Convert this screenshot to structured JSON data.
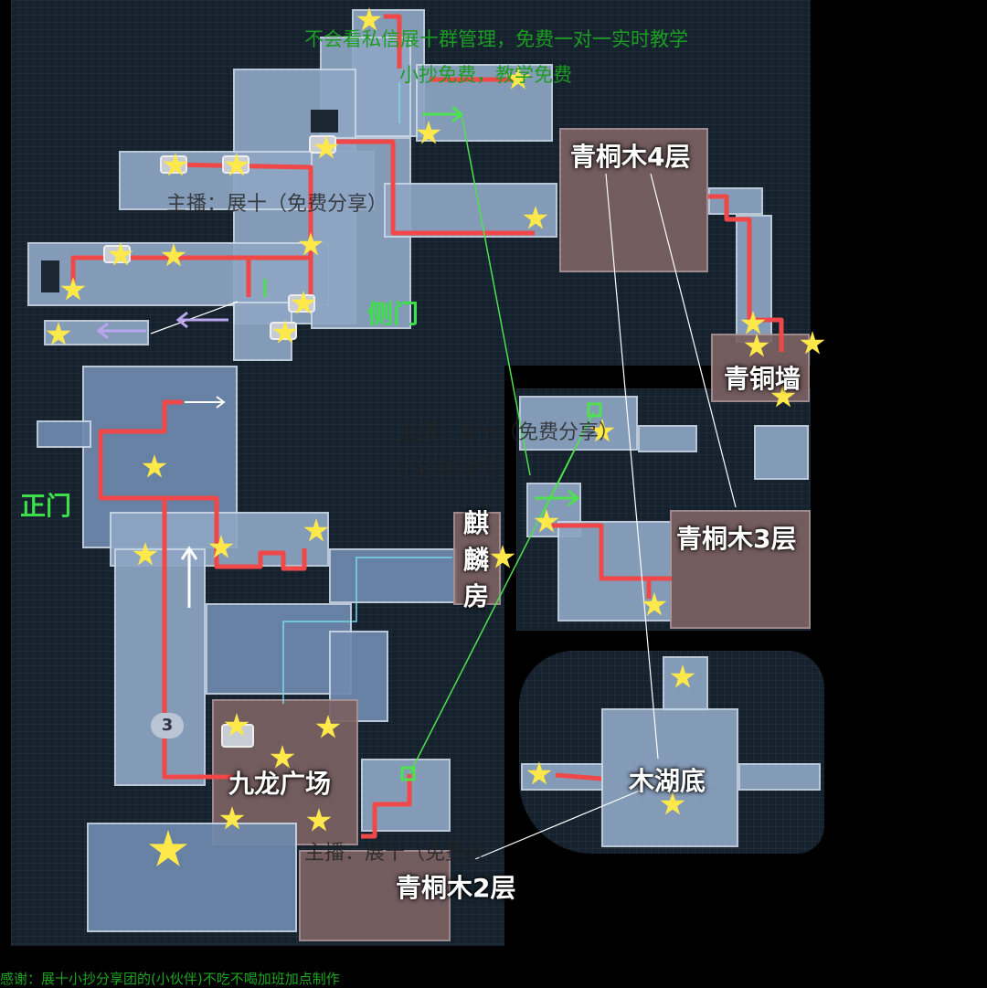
{
  "top_notice": {
    "line1": "不会看私信展十群管理，免费一对一实时教学",
    "line2": "小抄免费，教学免费"
  },
  "watermarks": [
    "主播：展十（免费分享）",
    "主播：展十（免费分享）",
    "小抄持续优",
    "主播：展十（免费分"
  ],
  "locations": {
    "qingtong4": "青桐木4层",
    "bronze_wall": "青铜墙",
    "side_gate": "侧门",
    "main_gate": "正门",
    "qilin_room": "麒麟房",
    "jiulong_square": "九龙广场",
    "qingtong2": "青桐木2层",
    "qingtong3": "青桐木3层",
    "lake_bottom": "木湖底"
  },
  "marker_3": "3",
  "credit": "感谢：展十小抄分享团的(小伙伴)不吃不喝加班加点制作",
  "colors": {
    "route": "#f04848",
    "arrow_green": "#4ee04e",
    "text_green": "#1c9c22"
  }
}
